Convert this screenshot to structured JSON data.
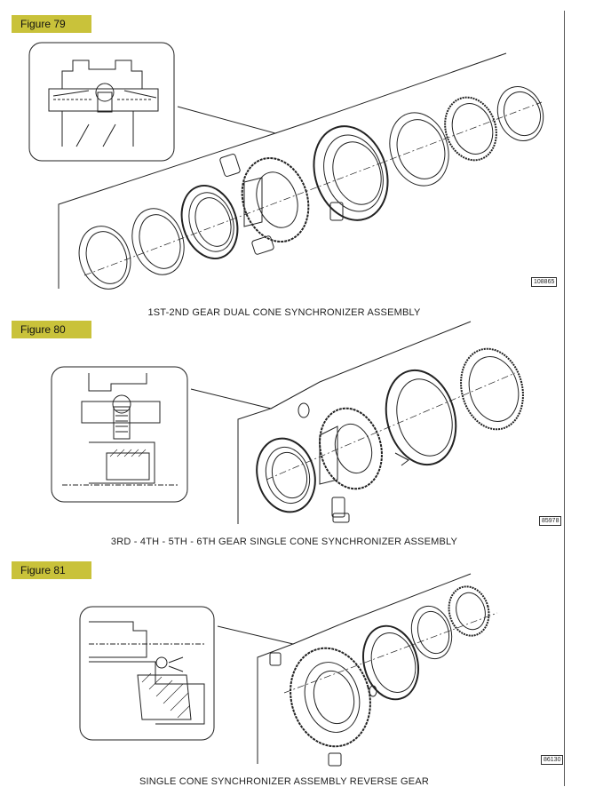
{
  "figures": [
    {
      "label": "Figure 79",
      "caption": "1ST-2ND GEAR DUAL CONE SYNCHRONIZER ASSEMBLY",
      "ref": "108865"
    },
    {
      "label": "Figure 80",
      "caption": "3RD - 4TH - 5TH  - 6TH GEAR SINGLE CONE SYNCHRONIZER ASSEMBLY",
      "ref": "85978"
    },
    {
      "label": "Figure 81",
      "caption": "SINGLE CONE SYNCHRONIZER ASSEMBLY REVERSE GEAR",
      "ref": "86130"
    }
  ]
}
